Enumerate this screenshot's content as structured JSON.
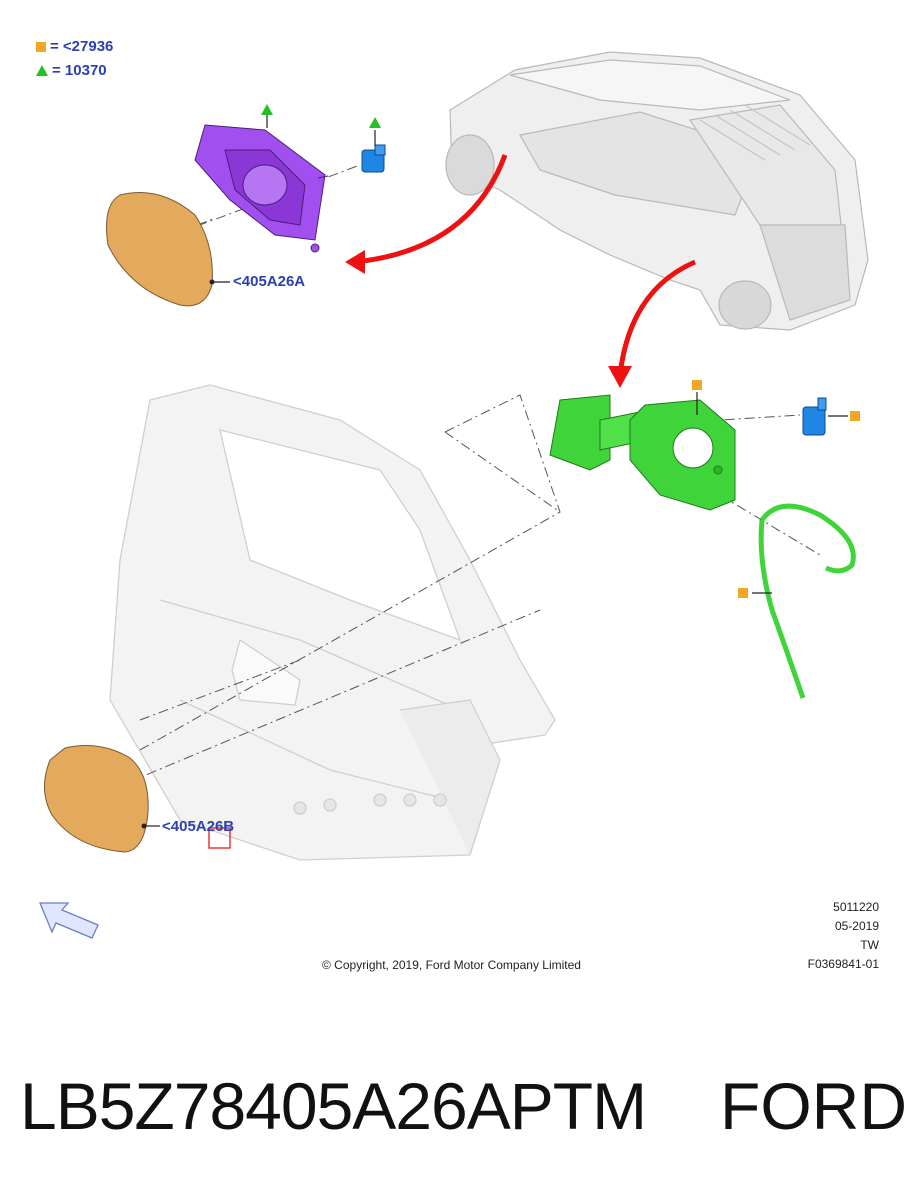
{
  "legend": [
    {
      "marker": "orange-square",
      "color": "#f2a623",
      "label": "= <27936"
    },
    {
      "marker": "green-triangle",
      "color": "#22c222",
      "label": "= 10370"
    }
  ],
  "callouts": {
    "upper_door": "<405A26A",
    "lower_door": "<405A26B"
  },
  "meta": {
    "code": "5011220",
    "date": "05-2019",
    "region": "TW",
    "figure": "F0369841-01"
  },
  "copyright": "© Copyright, 2019, Ford Motor Company Limited",
  "part_number": "LB5Z78405A26APTM",
  "brand": "FORD",
  "colors": {
    "door_tan": "#e3a95c",
    "housing_purple": "#a24ff0",
    "housing_green": "#3fd43a",
    "actuator_blue": "#1f86e6",
    "arrow_red": "#ee1111",
    "label_blue": "#2b3fb3"
  }
}
